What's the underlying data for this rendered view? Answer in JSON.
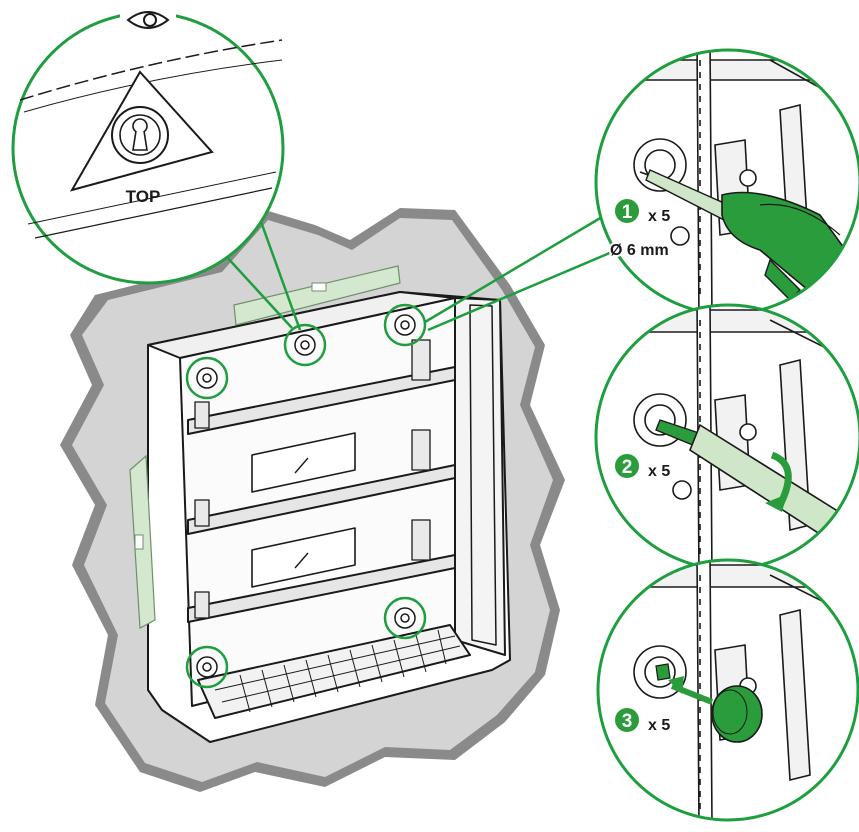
{
  "detail_top": {
    "label": "TOP",
    "icon": "eye-icon"
  },
  "steps": [
    {
      "number": "1",
      "quantity": "x 5",
      "spec": "Ø 6 mm",
      "tool": "drill-icon"
    },
    {
      "number": "2",
      "quantity": "x 5",
      "tool": "screwdriver-icon"
    },
    {
      "number": "3",
      "quantity": "x 5",
      "tool": "cover-cap-icon"
    }
  ],
  "colors": {
    "accent": "#1e9e3e",
    "callout_fill": "#2a9c3c",
    "level_fill": "#d3e8cf",
    "wall": "#d4d4d4",
    "wall_edge": "#7a7a7a",
    "line": "#1a1a1a"
  }
}
